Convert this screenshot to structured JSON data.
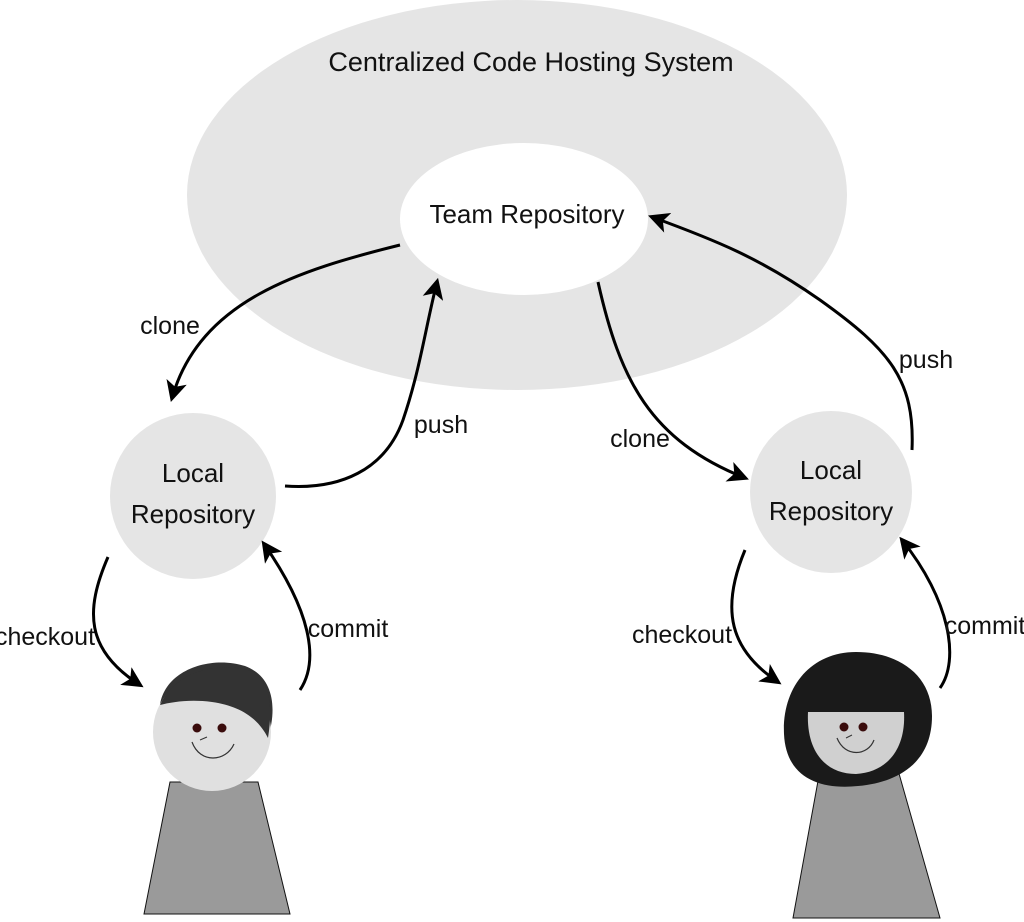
{
  "diagram": {
    "system_label": "Centralized Code Hosting System",
    "team_repo_label": "Team Repository",
    "left_local_repo": {
      "line1": "Local",
      "line2": "Repository"
    },
    "right_local_repo": {
      "line1": "Local",
      "line2": "Repository"
    },
    "edges": {
      "left_clone": "clone",
      "left_push": "push",
      "left_checkout": "checkout",
      "left_commit": "commit",
      "right_clone": "clone",
      "right_push": "push",
      "right_checkout": "checkout",
      "right_commit": "commit"
    }
  },
  "colors": {
    "system_fill": "#e5e5e5",
    "team_repo_fill": "#ffffff",
    "local_repo_fill": "#e5e5e5",
    "face_fill": "#e0e0e0",
    "body_fill": "#9a9a9a",
    "hair_left": "#333333",
    "hair_right": "#1a1a1a",
    "eye_color": "#3a0c0c"
  }
}
